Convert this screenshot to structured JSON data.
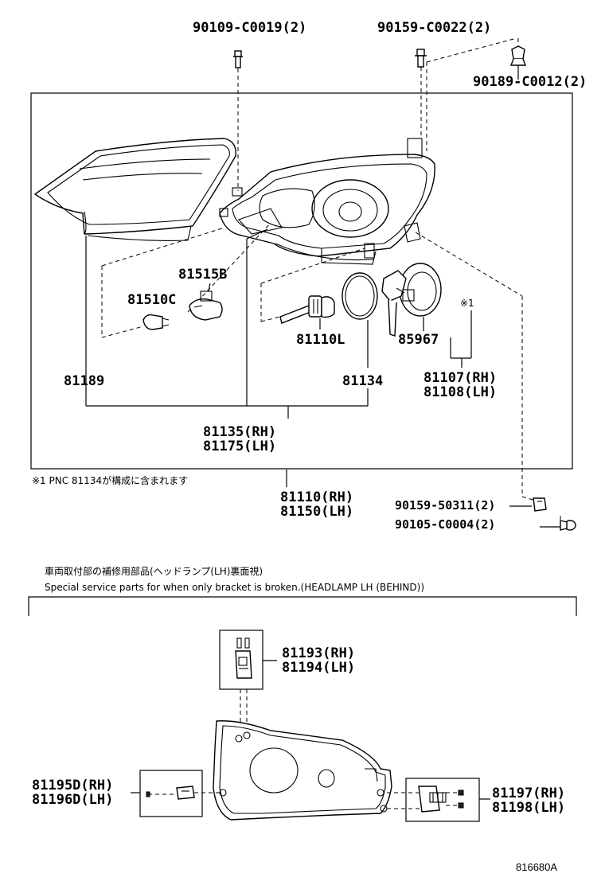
{
  "top_labels": {
    "screw_a": "90109-C0019(2)",
    "screw_b": "90159-C0022(2)",
    "clip_c": "90189-C0012(2)"
  },
  "parts": {
    "p81515b": "81515B",
    "p81510c": "81510C",
    "p81189": "81189",
    "p81110l": "81110L",
    "p81134": "81134",
    "p85967": "85967",
    "note_mark": "※1",
    "p81107": "81107(RH)",
    "p81108": "81108(LH)",
    "p81135": "81135(RH)",
    "p81175": "81175(LH)",
    "p81110": "81110(RH)",
    "p81150": "81150(LH)",
    "p90159_50311": "90159-50311(2)",
    "p90105": "90105-C0004(2)"
  },
  "footnote": "※1  PNC 81134が構成に含まれます",
  "bracket_section": {
    "title_jp": "車両取付部の補修用部品(ヘッドランプ(LH)裏面視)",
    "title_en": "Special service parts for when only bracket is broken.(HEADLAMP LH (BEHIND))",
    "p81193": "81193(RH)",
    "p81194": "81194(LH)",
    "p81195d": "81195D(RH)",
    "p81196d": "81196D(LH)",
    "p81197": "81197(RH)",
    "p81198": "81198(LH)"
  },
  "figure_ref": "816680A"
}
